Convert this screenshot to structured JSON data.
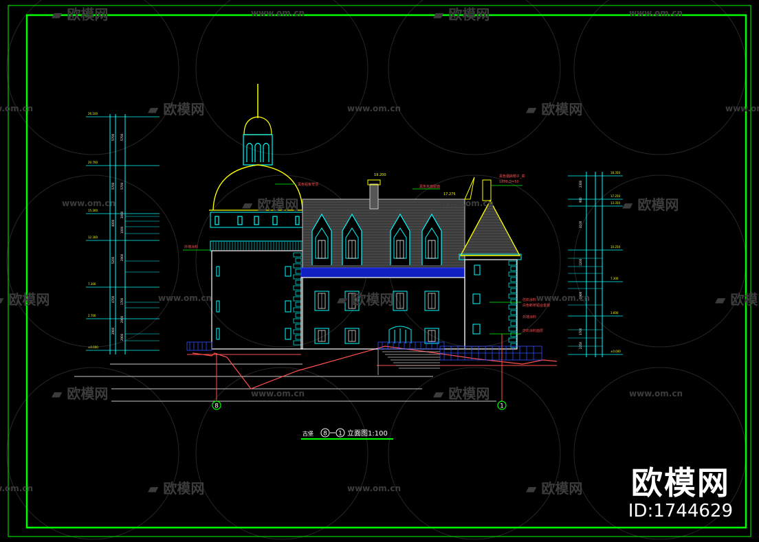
{
  "watermark": {
    "logo_text": "欧模网",
    "url_text": "www.om.cn",
    "brand_name": "欧模网",
    "id_text": "ID:1744629"
  },
  "drawing": {
    "title_prefix": "古堡",
    "grid_start": "8",
    "grid_end": "1",
    "title_suffix": "立面图1:100",
    "axis_left": "8",
    "axis_right": "1",
    "left_level_labels": [
      "26.100",
      "20.700",
      "15.300",
      "12.300",
      "7.300",
      "2.700",
      "±0.000"
    ],
    "right_level_labels": [
      "18.350",
      "17.250",
      "13.350",
      "10.250",
      "7.300",
      "3.600",
      "±0.000"
    ],
    "left_dims_outer": [
      "5700",
      "5700",
      "4000",
      "5200",
      "4700",
      "2900"
    ],
    "left_dims_inner": [
      "5700",
      "5700",
      "3000",
      "1000",
      "2900",
      "1700",
      "2900",
      "2900"
    ],
    "right_dims_outer": [
      "2300",
      "900",
      "3100",
      "1200",
      "2900",
      "3700",
      "2350"
    ],
    "annotations": {
      "dome_note": "黑色铝板穹顶",
      "roof_note": "黑色瓦面屋面",
      "chimney_note": "黑色烟囱帽子_高",
      "chimney_dim": "1800,D=50",
      "wall_note_left": "外墙涂料",
      "wall_note_right_1": "仿石涂料",
      "wall_note_right_2": "外墙涂料",
      "base_note": "仿石涂料面层",
      "window_note": "白色断桥铝合金窗",
      "elev_top": "19.200",
      "elev_mid": "17.275"
    }
  },
  "colors": {
    "frame": "#00ff00",
    "cyan": "#00ffff",
    "yellow": "#ffff00",
    "red": "#ff5050",
    "white": "#ffffff",
    "blue": "#2030ff",
    "grey": "#a0a0a0"
  }
}
